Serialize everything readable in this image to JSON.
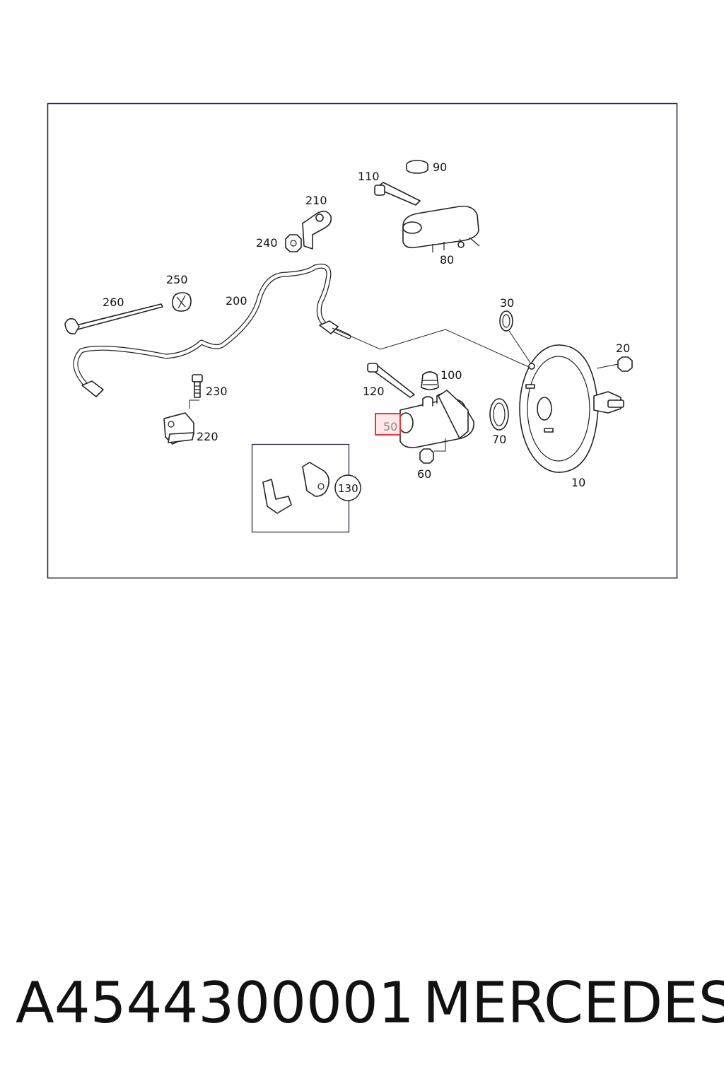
{
  "diagram": {
    "callouts": [
      {
        "id": "90",
        "text": "90"
      },
      {
        "id": "110",
        "text": "110"
      },
      {
        "id": "210",
        "text": "210"
      },
      {
        "id": "240",
        "text": "240"
      },
      {
        "id": "80",
        "text": "80"
      },
      {
        "id": "250",
        "text": "250"
      },
      {
        "id": "260",
        "text": "260"
      },
      {
        "id": "200",
        "text": "200"
      },
      {
        "id": "30",
        "text": "30"
      },
      {
        "id": "20",
        "text": "20"
      },
      {
        "id": "100",
        "text": "100"
      },
      {
        "id": "120",
        "text": "120"
      },
      {
        "id": "230",
        "text": "230"
      },
      {
        "id": "50",
        "text": "50"
      },
      {
        "id": "70",
        "text": "70"
      },
      {
        "id": "220",
        "text": "220"
      },
      {
        "id": "60",
        "text": "60"
      },
      {
        "id": "10",
        "text": "10"
      },
      {
        "id": "130",
        "text": "130"
      }
    ],
    "highlighted_part": "50",
    "colors": {
      "highlight": "#e53935",
      "highlight_fill": "#fde7ea",
      "frame": "#1a1a40",
      "line": "#222222"
    }
  },
  "caption": {
    "part_number": "A4544300001",
    "brand": "MERCEDES"
  }
}
